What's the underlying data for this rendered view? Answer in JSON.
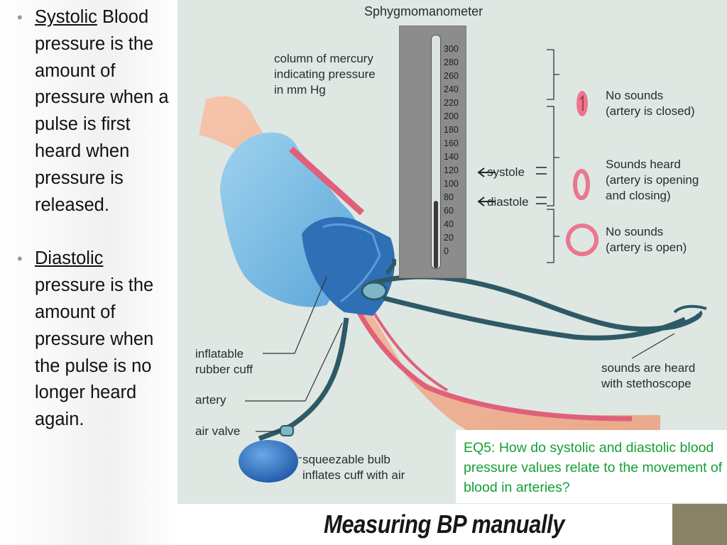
{
  "bullets": [
    {
      "term": "Systolic",
      "text": " Blood pressure is the amount of pressure when a pulse is first heard when pressure is released."
    },
    {
      "term": "Diastolic",
      "text": " pressure is the amount of pressure when the pulse is no longer heard again."
    }
  ],
  "figure": {
    "title": "Sphygmomanometer",
    "column_label": [
      "column of mercury",
      "indicating pressure",
      "in mm Hg"
    ],
    "scale": [
      "300",
      "280",
      "260",
      "240",
      "220",
      "200",
      "180",
      "160",
      "140",
      "120",
      "100",
      "80",
      "60",
      "40",
      "20",
      "0"
    ],
    "systole_label": "systole",
    "diastole_label": "diastole",
    "states": [
      {
        "line1": "No sounds",
        "line2": "(artery is closed)"
      },
      {
        "line1": "Sounds heard",
        "line2": "(artery is opening",
        "line3": "and closing)"
      },
      {
        "line1": "No sounds",
        "line2": "(artery is open)"
      }
    ],
    "parts": {
      "cuff": [
        "inflatable",
        "rubber cuff"
      ],
      "artery": "artery",
      "air_valve": "air valve",
      "bulb": [
        "squeezable bulb",
        "inflates cuff with air"
      ],
      "stethoscope": [
        "sounds are heard",
        "with stethoscope"
      ]
    }
  },
  "eq_text": "EQ5: How do systolic and diastolic blood pressure values relate to the movement of blood in arteries?",
  "footer_title": "Measuring  BP manually",
  "colors": {
    "eq_text": "#14a034",
    "artery_pink": "#e0607a",
    "cuff_blue": "#2f6fb6",
    "tube_teal": "#2d5a66",
    "corner_block": "#8a8265"
  }
}
